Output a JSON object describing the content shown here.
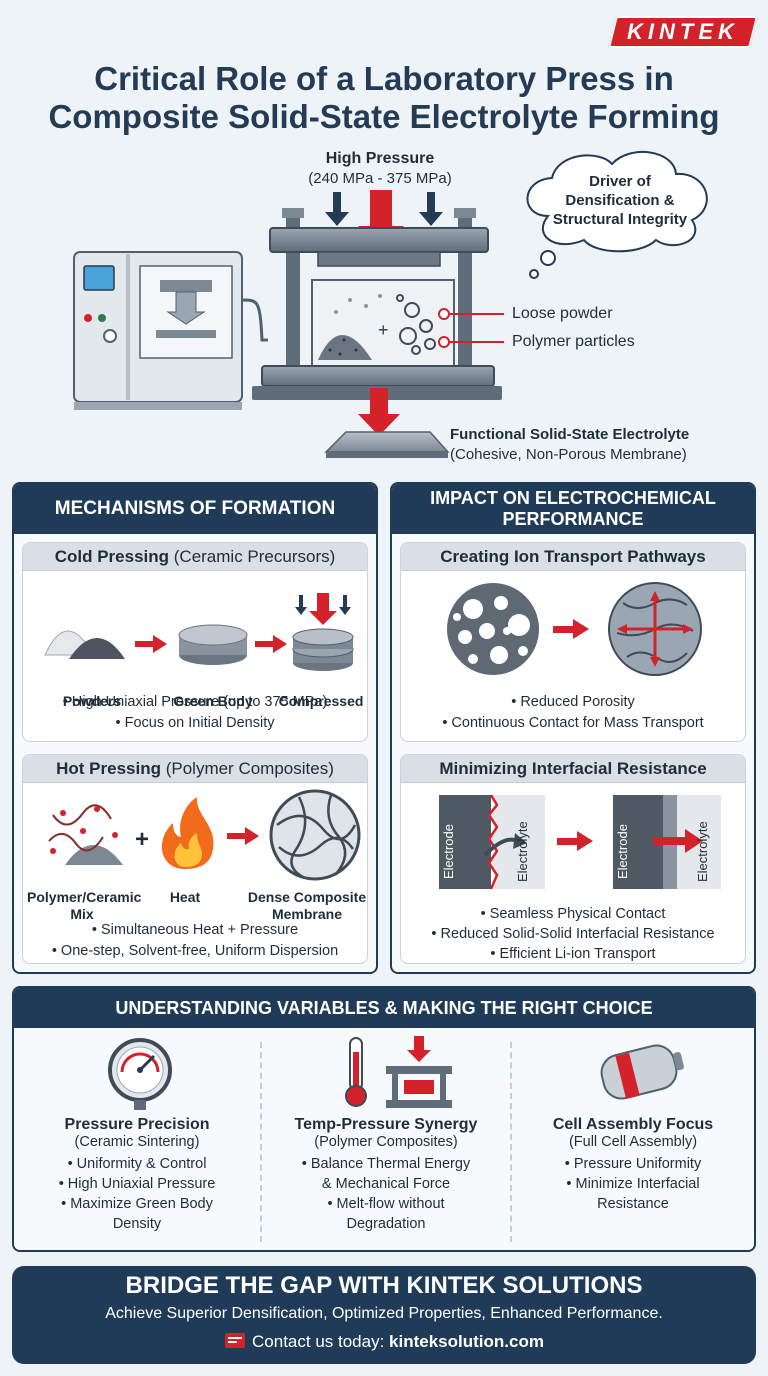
{
  "brand": {
    "logo": "KINTEK"
  },
  "title": {
    "line1": "Critical Role of a Laboratory Press in",
    "line2": "Composite Solid-State Electrolyte Forming"
  },
  "hero": {
    "pressure_label": "High Pressure",
    "pressure_range": "(240 MPa - 375 MPa)",
    "cloud": [
      "Driver of",
      "Densification &",
      "Structural Integrity"
    ],
    "callout_powder": "Loose powder",
    "callout_polymer": "Polymer particles",
    "output_title": "Functional Solid-State Electrolyte",
    "output_sub": "(Cohesive, Non-Porous Membrane)"
  },
  "mechanisms": {
    "header": "MECHANISMS OF FORMATION",
    "cold": {
      "title_bold": "Cold Pressing",
      "title_rest": " (Ceramic Precursors)",
      "labels": [
        "Powders",
        "Green Body",
        "Compressed"
      ],
      "bullets": [
        "• High Uniaxial Pressure (up to 375 MPa)",
        "• Focus on Initial Density"
      ]
    },
    "hot": {
      "title_bold": "Hot Pressing",
      "title_rest": " (Polymer Composites)",
      "labels": [
        "Polymer/Ceramic Mix",
        "Heat",
        "Dense Composite Membrane"
      ],
      "bullets": [
        "• Simultaneous Heat + Pressure",
        "• One-step, Solvent-free, Uniform Dispersion"
      ]
    }
  },
  "impact": {
    "header_line1": "IMPACT ON ELECTROCHEMICAL",
    "header_line2": "PERFORMANCE",
    "ion": {
      "title": "Creating Ion Transport Pathways",
      "bullets": [
        "• Reduced Porosity",
        "• Continuous Contact for Mass Transport"
      ]
    },
    "interface": {
      "title": "Minimizing Interfacial Resistance",
      "electrode": "Electrode",
      "electrolyte": "Electrolyte",
      "bullets": [
        "• Seamless Physical Contact",
        "• Reduced Solid-Solid Interfacial Resistance",
        "• Efficient Li-ion Transport"
      ]
    }
  },
  "variables": {
    "header": "UNDERSTANDING VARIABLES & MAKING THE RIGHT CHOICE",
    "columns": [
      {
        "title": "Pressure Precision",
        "sub": "(Ceramic Sintering)",
        "bullets": [
          "• Uniformity & Control",
          "• High Uniaxial Pressure",
          "• Maximize Green Body",
          "Density"
        ]
      },
      {
        "title": "Temp-Pressure Synergy",
        "sub": "(Polymer Composites)",
        "bullets": [
          "• Balance Thermal Energy",
          "& Mechanical Force",
          "• Melt-flow without",
          "Degradation"
        ]
      },
      {
        "title": "Cell Assembly Focus",
        "sub": "(Full Cell Assembly)",
        "bullets": [
          "• Pressure Uniformity",
          "• Minimize Interfacial",
          "Resistance"
        ]
      }
    ]
  },
  "footer": {
    "title": "BRIDGE THE GAP WITH KINTEK SOLUTIONS",
    "sub": "Achieve Superior Densification, Optimized Properties, Enhanced Performance.",
    "contact_prefix": "Contact us today: ",
    "contact_url": "kinteksolution.com"
  },
  "colors": {
    "navy": "#1f3b57",
    "accent_red": "#d3222a",
    "background": "#eef3f7"
  }
}
